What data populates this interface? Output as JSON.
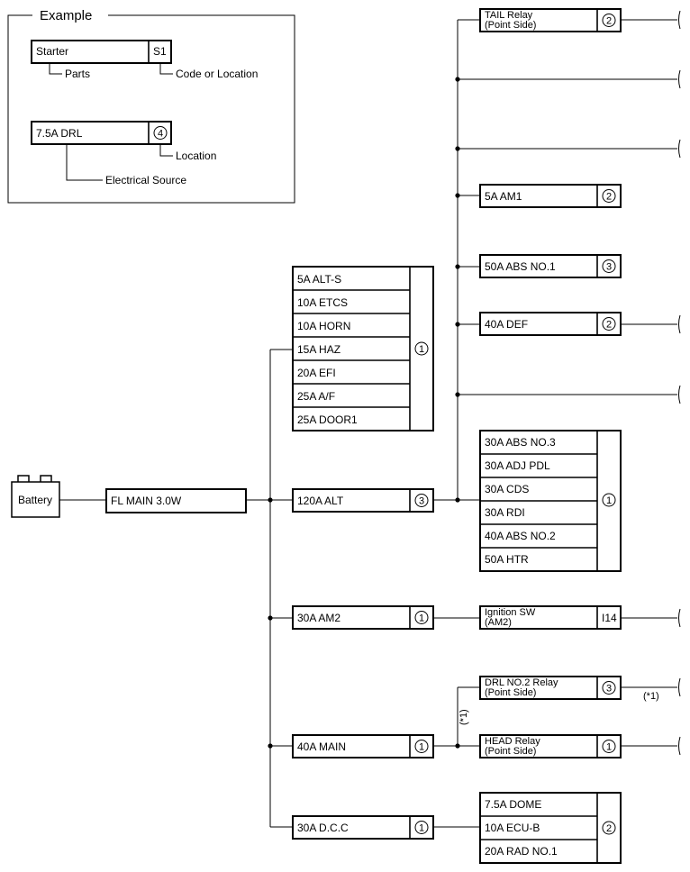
{
  "example": {
    "title": "Example",
    "part_name": "Starter",
    "part_code": "S1",
    "label_parts": "Parts",
    "label_code": "Code or Location",
    "source_name": "7.5A DRL",
    "source_location": "4",
    "label_location": "Location",
    "label_source": "Electrical Source"
  },
  "battery": "Battery",
  "fl_main": "FL MAIN 3.0W",
  "fuse_block_1": {
    "items": [
      "5A ALT-S",
      "10A ETCS",
      "10A HORN",
      "15A HAZ",
      "20A EFI",
      "25A A/F",
      "25A DOOR1"
    ],
    "location": "1"
  },
  "alt": {
    "name": "120A ALT",
    "location": "3"
  },
  "am2": {
    "name": "30A AM2",
    "location": "1"
  },
  "main": {
    "name": "40A MAIN",
    "location": "1"
  },
  "dcc": {
    "name": "30A D.C.C",
    "location": "1"
  },
  "tail_relay": {
    "line1": "TAIL Relay",
    "line2": "(Point Side)",
    "location": "2"
  },
  "am1": {
    "name": "5A AM1",
    "location": "2"
  },
  "abs1": {
    "name": "50A ABS NO.1",
    "location": "3"
  },
  "def": {
    "name": "40A DEF",
    "location": "2"
  },
  "fuse_block_2": {
    "items": [
      "30A ABS NO.3",
      "30A ADJ PDL",
      "30A CDS",
      "30A RDI",
      "40A ABS NO.2",
      "50A HTR"
    ],
    "location": "1"
  },
  "ignition": {
    "line1": "Ignition SW",
    "line2": "(AM2)",
    "code": "I14"
  },
  "drl_relay": {
    "line1": "DRL NO.2 Relay",
    "line2": "(Point Side)",
    "location": "3"
  },
  "note_mark": "(*1)",
  "head_relay": {
    "line1": "HEAD Relay",
    "line2": "(Point Side)",
    "location": "1"
  },
  "fuse_block_3": {
    "items": [
      "7.5A DOME",
      "10A ECU-B",
      "20A RAD NO.1"
    ],
    "location": "2"
  }
}
